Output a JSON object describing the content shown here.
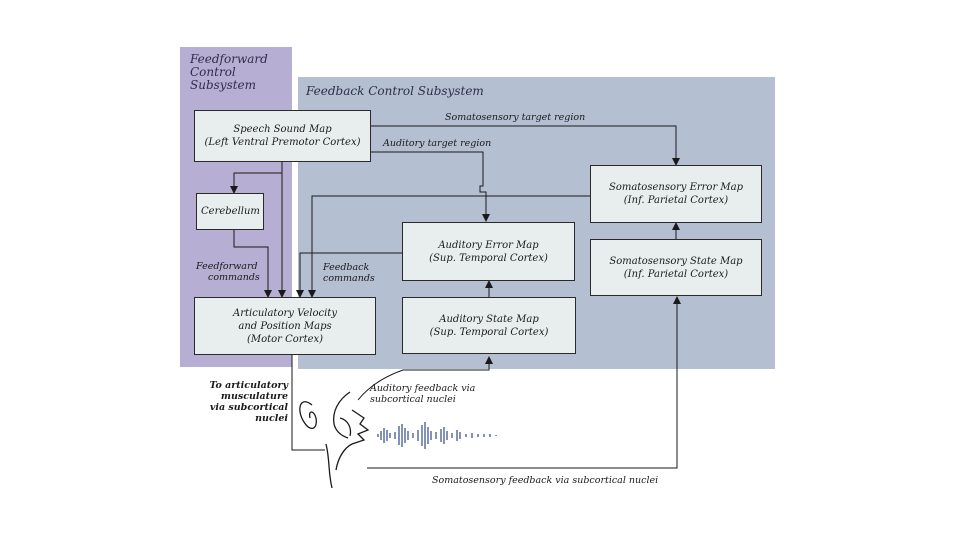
{
  "regions": {
    "feedforward": {
      "title_lines": [
        "Feedforward",
        "Control",
        "Subsystem"
      ]
    },
    "feedback": {
      "title": "Feedback Control Subsystem"
    }
  },
  "boxes": {
    "speech_sound_map": {
      "line1": "Speech Sound Map",
      "line2": "(Left Ventral Premotor Cortex)"
    },
    "cerebellum": {
      "line1": "Cerebellum"
    },
    "articulatory_maps": {
      "line1": "Articulatory Velocity",
      "line2": "and Position Maps",
      "line3": "(Motor Cortex)"
    },
    "auditory_error_map": {
      "line1": "Auditory Error Map",
      "line2": "(Sup. Temporal Cortex)"
    },
    "auditory_state_map": {
      "line1": "Auditory State Map",
      "line2": "(Sup. Temporal Cortex)"
    },
    "somatosensory_error_map": {
      "line1": "Somatosensory Error Map",
      "line2": "(Inf. Parietal Cortex)"
    },
    "somatosensory_state_map": {
      "line1": "Somatosensory State Map",
      "line2": "(Inf. Parietal Cortex)"
    }
  },
  "labels": {
    "somatosensory_target": "Somatosensory target region",
    "auditory_target": "Auditory target region",
    "feedforward_commands": [
      "Feedforward",
      "commands"
    ],
    "feedback_commands": [
      "Feedback",
      "commands"
    ],
    "to_musculature": [
      "To articulatory",
      "musculature",
      "via subcortical",
      "nuclei"
    ],
    "auditory_feedback": [
      "Auditory feedback via",
      "subcortical nuclei"
    ],
    "somatosensory_feedback": "Somatosensory feedback via subcortical nuclei"
  },
  "colors": {
    "feedforward_region": "#b7aed3",
    "feedback_region": "#b4bfd2",
    "box_fill": "#e8eeee",
    "waveform": "#2f4a8a"
  },
  "icons": {
    "speaker_head": "head-profile-icon",
    "waveform": "speech-waveform-icon"
  }
}
